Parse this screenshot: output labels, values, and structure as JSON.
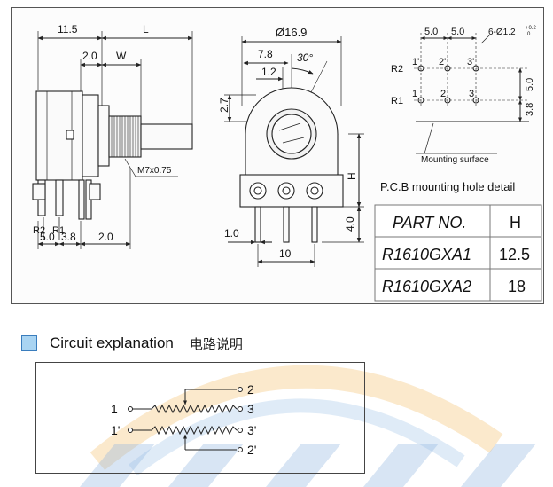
{
  "side_view": {
    "dim_11_5": "11.5",
    "dim_L": "L",
    "dim_2_0_top": "2.0",
    "dim_W": "W",
    "thread_label": "M7x0.75",
    "label_R2": "R2",
    "label_R1": "R1",
    "dim_5_0": "5.0",
    "dim_3_8": "3.8",
    "dim_2_0_bottom": "2.0"
  },
  "front_view": {
    "dim_diameter": "Ø16.9",
    "dim_7_8": "7.8",
    "dim_angle": "30°",
    "dim_1_2": "1.2",
    "dim_2_7": "2.7",
    "dim_H": "H",
    "dim_4_0": "4.0",
    "dim_1_0": "1.0",
    "dim_10": "10"
  },
  "pcb_view": {
    "dim_5_0_a": "5.0",
    "dim_5_0_b": "5.0",
    "hole_spec": "6-Ø1.2",
    "hole_tol_upper": "+0.2",
    "hole_tol_lower": "0",
    "pin_1p": "1'",
    "pin_2p": "2'",
    "pin_3p": "3'",
    "pin_1": "1",
    "pin_2": "2",
    "pin_3": "3",
    "row_R2": "R2",
    "row_R1": "R1",
    "dim_5_0_v": "5.0",
    "dim_3_8_v": "3.8",
    "mounting_surface": "Mounting surface",
    "caption": "P.C.B mounting hole detail"
  },
  "part_table": {
    "headers": [
      "PART NO.",
      "H"
    ],
    "rows": [
      {
        "part": "R1610GXA1",
        "h": "12.5"
      },
      {
        "part": "R1610GXA2",
        "h": "18"
      }
    ]
  },
  "section": {
    "title": "Circuit explanation",
    "title_cn": "电路说明"
  },
  "circuit": {
    "label_1": "1",
    "label_1p": "1'",
    "label_2": "2",
    "label_3": "3",
    "label_3p": "3'",
    "label_2p": "2'"
  },
  "colors": {
    "accent_square": "#a9d4f2",
    "accent_border": "#3a7dbd",
    "watermark_blue": "#8fb4e0",
    "watermark_orange": "#f6cf8f"
  }
}
